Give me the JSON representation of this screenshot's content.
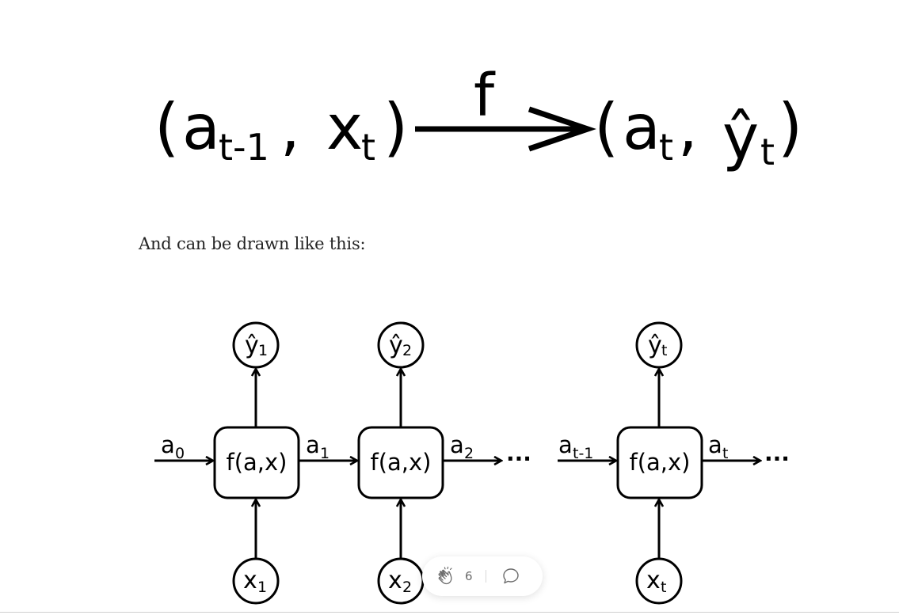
{
  "equation": {
    "lhs_open": "(",
    "lhs_a": "a",
    "lhs_a_sub": "t-1",
    "lhs_sep": ",",
    "lhs_x": "x",
    "lhs_x_sub": "t",
    "lhs_close": ")",
    "arrow_label": "f",
    "rhs_open": "(",
    "rhs_a": "a",
    "rhs_a_sub": "t",
    "rhs_sep": ",",
    "rhs_y": "ŷ",
    "rhs_y_sub": "t",
    "rhs_close": ")"
  },
  "body_text": "And can be drawn like this:",
  "diagram": {
    "cell_label": "f(a,x)",
    "ellipsis": "···",
    "outputs": [
      {
        "main": "ŷ",
        "sub": "1"
      },
      {
        "main": "ŷ",
        "sub": "2"
      },
      {
        "main": "ŷ",
        "sub": "t"
      }
    ],
    "inputs": [
      {
        "main": "x",
        "sub": "1"
      },
      {
        "main": "x",
        "sub": "2"
      },
      {
        "main": "x",
        "sub": "t"
      }
    ],
    "states": [
      {
        "main": "a",
        "sub": "0"
      },
      {
        "main": "a",
        "sub": "1"
      },
      {
        "main": "a",
        "sub": "2"
      },
      {
        "main": "a",
        "sub": "t-1"
      },
      {
        "main": "a",
        "sub": "t"
      }
    ]
  },
  "actions": {
    "clap_count": "6",
    "clap_icon": "clap-icon",
    "comment_icon": "comment-icon"
  },
  "colors": {
    "text": "#242424",
    "muted": "#6b6b6b"
  }
}
